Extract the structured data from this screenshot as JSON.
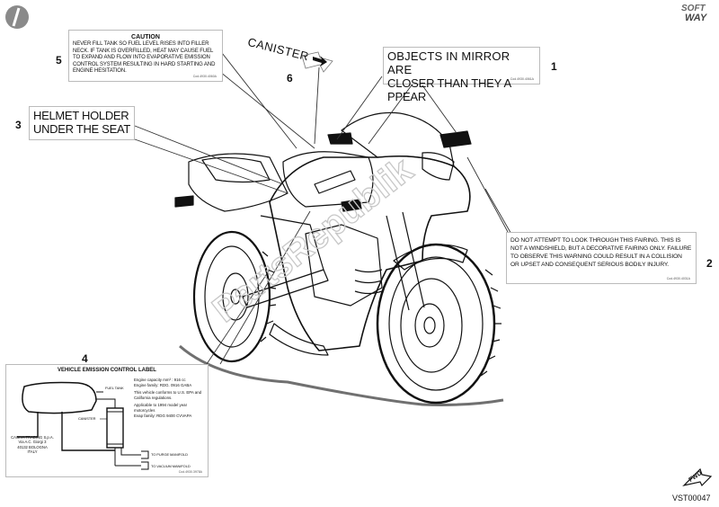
{
  "callouts": [
    {
      "num": "1",
      "lines": [
        "OBJECTS IN MIRROR ARE",
        "CLOSER THAN THEY A PPEAR"
      ],
      "code": "Cod.4930.4061A"
    },
    {
      "num": "2",
      "text": "DO NOT ATTEMPT TO LOOK THROUGH THIS FAIRING. THIS IS NOT A WINDSHIELD, BUT A DECORATIVE FAIRING ONLY. FAILURE TO OBSERVE THIS WARNING COULD RESULT IN A COLLISION OR UPSET AND CONSEQUENT SERIOUS BODILY INJURY.",
      "code": "Cod.4930.4031A"
    },
    {
      "num": "3",
      "lines": [
        "HELMET HOLDER",
        "UNDER THE SEAT"
      ]
    },
    {
      "num": "4",
      "title": "VEHICLE EMISSION CONTROL LABEL",
      "info": [
        "Engine capacity mm³ : 916 cc",
        "Engine family: RDG. 0916 GABA",
        "This vehicle conforms to U.S. EPA and",
        "California regulations.",
        "Applicable to 1994 model year",
        "motorcycles",
        "Evap family: RDG 9400 CVVAPA"
      ],
      "parts": [
        "FUEL TANK",
        "CANISTER",
        "TO PURGE MANIFOLD",
        "TO VACUUM MANIFOLD"
      ],
      "address": [
        "CAGIVA TRADING S.p.A.",
        "Via A.C. Giorgi 3",
        "40132 BOLOGNA",
        "ITALY"
      ],
      "code": "Cod.4930.3978A"
    },
    {
      "num": "5",
      "title": "CAUTION",
      "text": "NEVER FILL TANK SO FUEL LEVEL RISES INTO FILLER NECK. IF TANK IS OVERFILLED, HEAT MAY CAUSE FUEL TO EXPAND AND FLOW INTO EVAPORATIVE EMISSION CONTROL SYSTEM RESULTING IN HARD STARTING AND ENGINE HESITATION.",
      "code": "Cod.4930.4060A"
    },
    {
      "num": "6",
      "label": "CANISTER"
    }
  ],
  "brand": {
    "line1": "SOFT",
    "line2": "WAY"
  },
  "fwd": "FWD",
  "ref": "VST00047",
  "watermark": "PartsRepublik",
  "colors": {
    "ink": "#111111",
    "box_border": "#bbbbbb",
    "watermark": "#c8c8c8"
  },
  "icons": [
    "logo-disc-icon",
    "fwd-arrow-icon",
    "canister-arrow-icon"
  ]
}
